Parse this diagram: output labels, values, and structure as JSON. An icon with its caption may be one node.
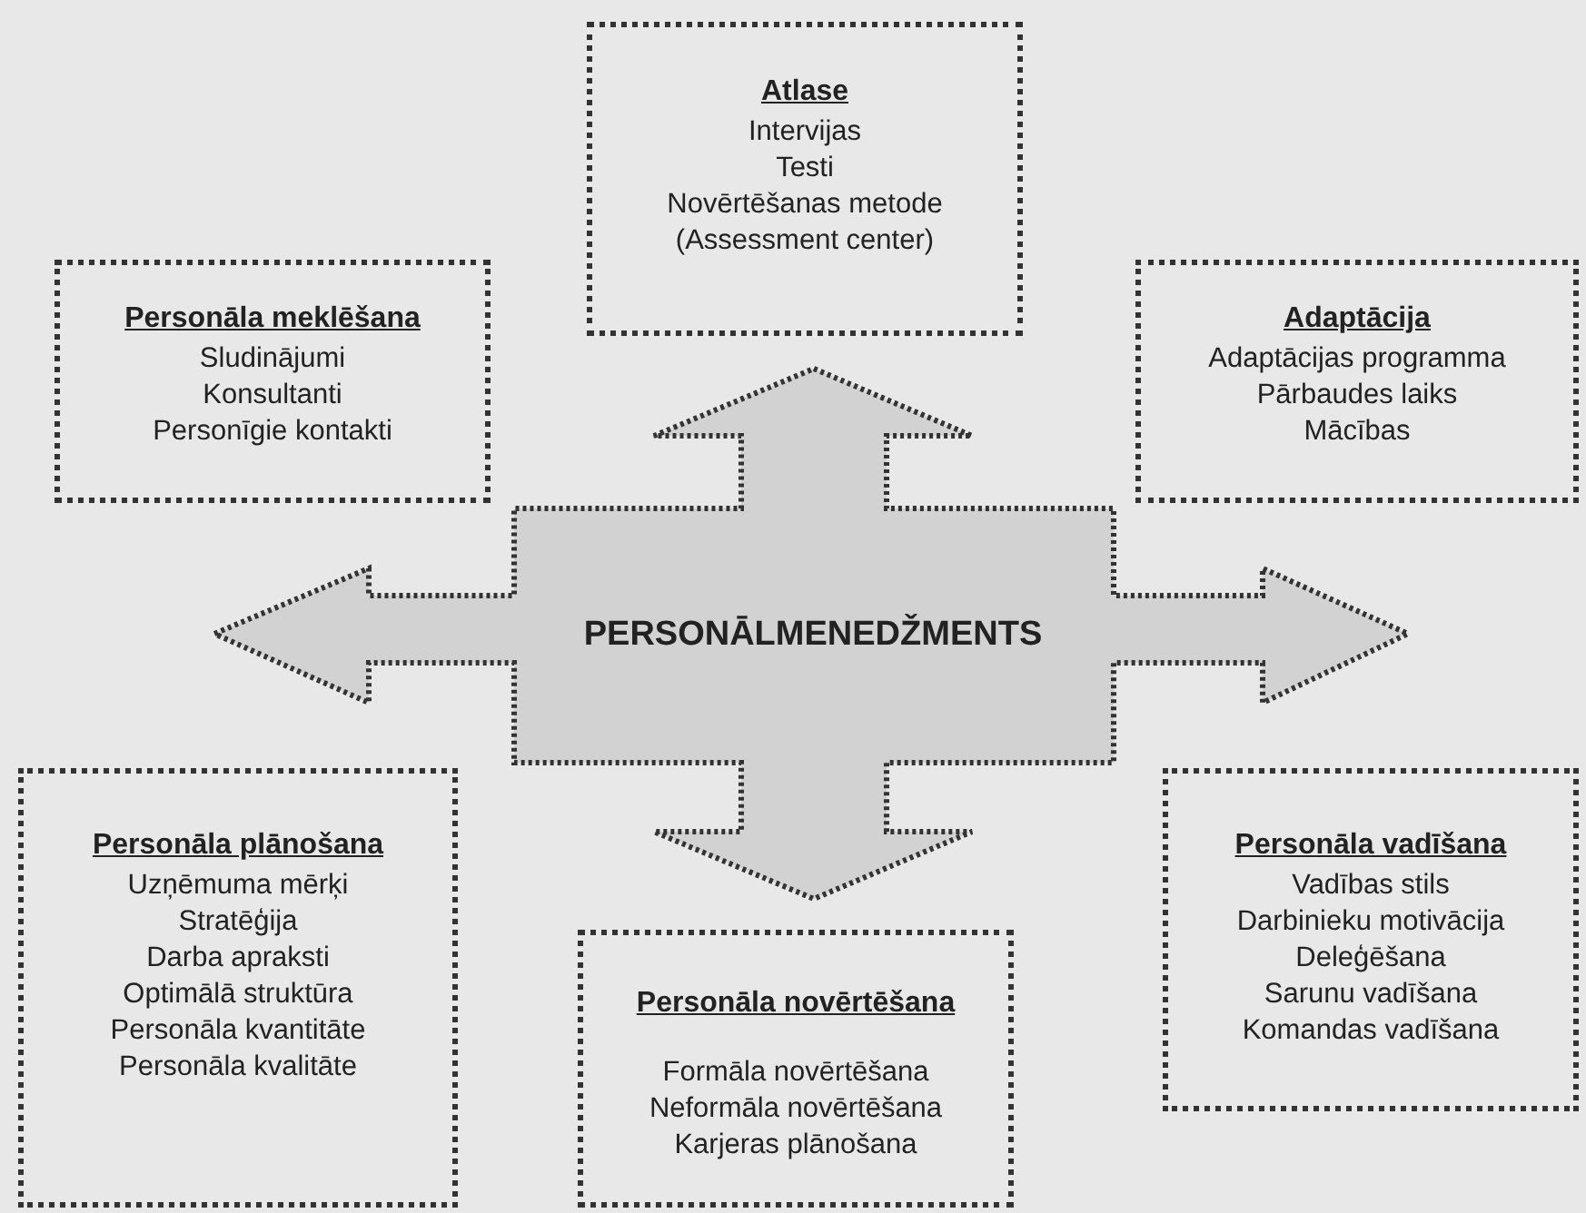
{
  "diagram": {
    "nodes": [
      {
        "text": [
          "Atlase",
          "Intervijas",
          "Testi",
          "Novērtēšanas metode (Assessment center)"
        ]
      },
      {
        "text": [
          "Personāla meklēšana",
          "Sludinājumi",
          "Konsultanti",
          "Personīgie kontakti"
        ]
      },
      {
        "text": [
          "Adaptācija",
          "Adaptācijas programma",
          "Pārbaudes laiks",
          "Mācības"
        ]
      },
      {
        "text": [
          "PERSONĀLMENEDŽMENTS"
        ]
      },
      {
        "text": [
          "Personāla plānošana",
          "Uzņēmuma mērķi",
          "Stratēģija",
          "Darba apraksti",
          "Optimālā struktūra",
          "Personāla kvantitāte",
          "Personāla kvalitāte"
        ]
      },
      {
        "text": [
          "Personāla vadīšana",
          "Vadības stils",
          "Darbinieku motivācija",
          "Deleģēšana",
          "Sarunu vadīšana",
          "Komandas vadīšana"
        ]
      },
      {
        "text": [
          "Personāla novērtēšana",
          "Formāla novērtēšana",
          "Neformāla novērtēšana",
          "Karjeras plānošana"
        ]
      }
    ]
  }
}
